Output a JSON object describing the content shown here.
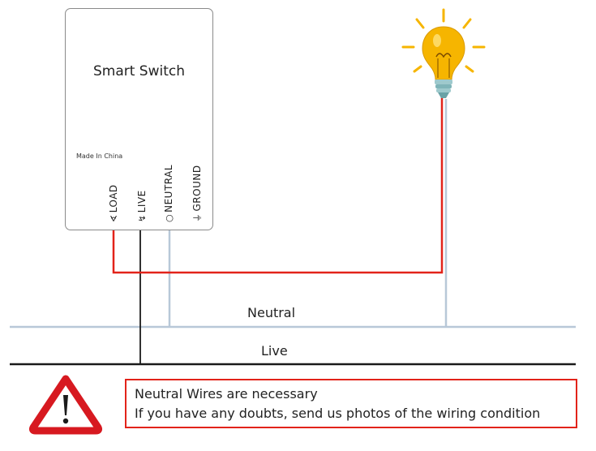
{
  "switch": {
    "title": "Smart Switch",
    "made_in": "Made In China",
    "terminals": [
      {
        "symbol": "∢",
        "label": "LOAD"
      },
      {
        "symbol": "↯",
        "label": "LIVE"
      },
      {
        "symbol": "○",
        "label": "NEUTRAL"
      },
      {
        "symbol": "⏚",
        "label": "GROUND"
      }
    ]
  },
  "buses": {
    "neutral_label": "Neutral",
    "live_label": "Live"
  },
  "notice": {
    "line1": "Neutral Wires are necessary",
    "line2": "If you have any doubts, send us photos of the wiring condition"
  },
  "colors": {
    "load_wire": "#e2231a",
    "neutral_wire": "#b8c8d8",
    "live_wire": "#222222",
    "warning": "#d71920",
    "bulb_glass": "#f6b500"
  },
  "icons": {
    "bulb": "light-bulb-icon",
    "warning": "warning-triangle-icon"
  }
}
